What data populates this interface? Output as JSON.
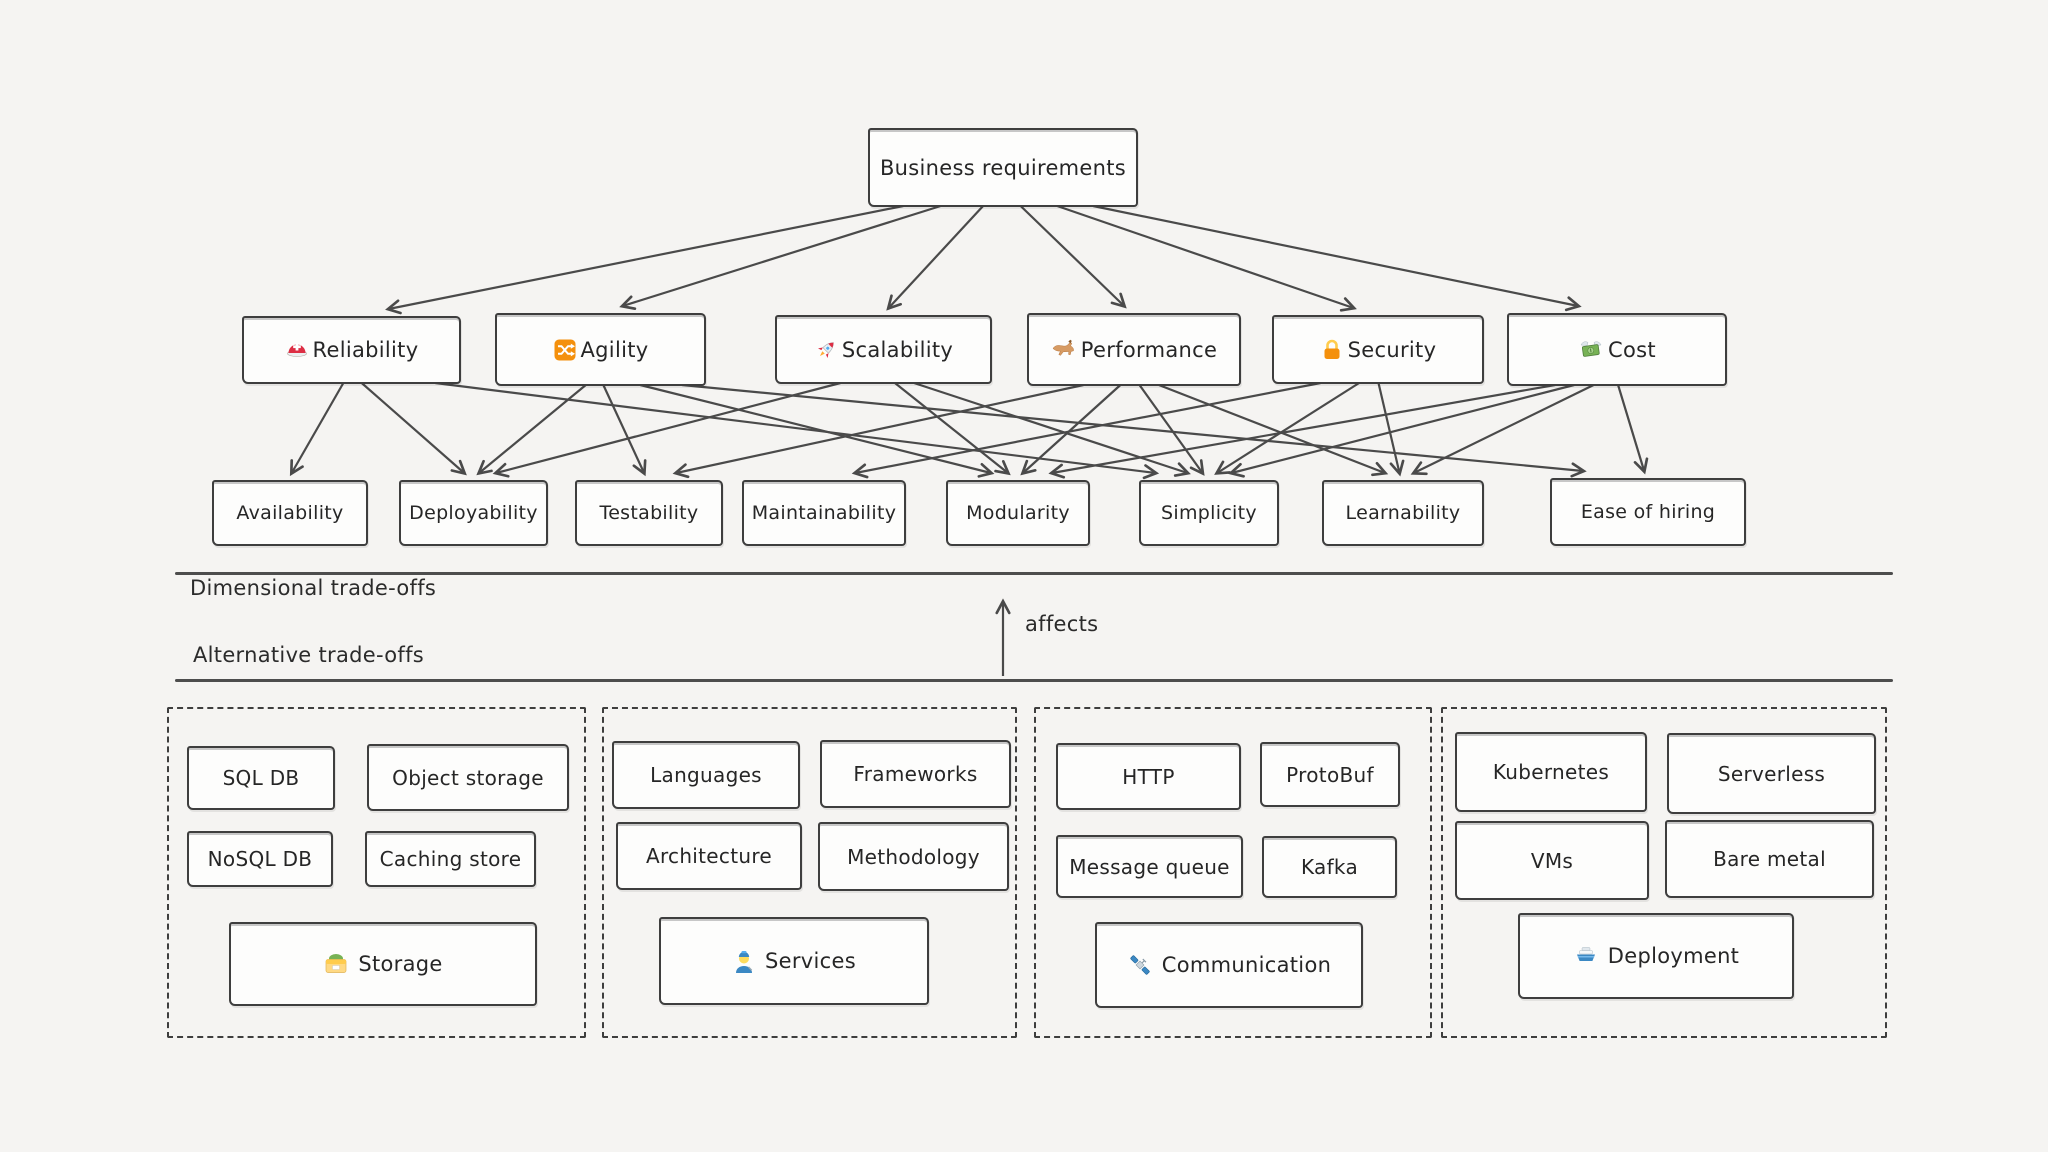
{
  "diagram": {
    "root": {
      "id": "business-requirements",
      "label": "Business requirements"
    },
    "qualities": [
      {
        "id": "reliability",
        "label": "Reliability",
        "icon": "rescue-helmet-icon"
      },
      {
        "id": "agility",
        "label": "Agility",
        "icon": "shuffle-icon"
      },
      {
        "id": "scalability",
        "label": "Scalability",
        "icon": "rocket-icon"
      },
      {
        "id": "performance",
        "label": "Performance",
        "icon": "horse-icon"
      },
      {
        "id": "security",
        "label": "Security",
        "icon": "lock-icon"
      },
      {
        "id": "cost",
        "label": "Cost",
        "icon": "money-with-wings-icon"
      }
    ],
    "subqualities": [
      {
        "id": "availability",
        "label": "Availability"
      },
      {
        "id": "deployability",
        "label": "Deployability"
      },
      {
        "id": "testability",
        "label": "Testability"
      },
      {
        "id": "maintainability",
        "label": "Maintainability"
      },
      {
        "id": "modularity",
        "label": "Modularity"
      },
      {
        "id": "simplicity",
        "label": "Simplicity"
      },
      {
        "id": "learnability",
        "label": "Learnability"
      },
      {
        "id": "ease-of-hiring",
        "label": "Ease of hiring"
      }
    ],
    "edges": [
      {
        "from": "business-requirements",
        "to": "reliability"
      },
      {
        "from": "business-requirements",
        "to": "agility"
      },
      {
        "from": "business-requirements",
        "to": "scalability"
      },
      {
        "from": "business-requirements",
        "to": "performance"
      },
      {
        "from": "business-requirements",
        "to": "security"
      },
      {
        "from": "business-requirements",
        "to": "cost"
      },
      {
        "from": "reliability",
        "to": "availability"
      },
      {
        "from": "reliability",
        "to": "deployability"
      },
      {
        "from": "reliability",
        "to": "simplicity"
      },
      {
        "from": "agility",
        "to": "deployability"
      },
      {
        "from": "agility",
        "to": "testability"
      },
      {
        "from": "agility",
        "to": "modularity"
      },
      {
        "from": "agility",
        "to": "ease-of-hiring"
      },
      {
        "from": "scalability",
        "to": "deployability"
      },
      {
        "from": "scalability",
        "to": "modularity"
      },
      {
        "from": "scalability",
        "to": "simplicity"
      },
      {
        "from": "performance",
        "to": "testability"
      },
      {
        "from": "performance",
        "to": "modularity"
      },
      {
        "from": "performance",
        "to": "simplicity"
      },
      {
        "from": "performance",
        "to": "learnability"
      },
      {
        "from": "security",
        "to": "maintainability"
      },
      {
        "from": "security",
        "to": "simplicity"
      },
      {
        "from": "security",
        "to": "learnability"
      },
      {
        "from": "cost",
        "to": "modularity"
      },
      {
        "from": "cost",
        "to": "simplicity"
      },
      {
        "from": "cost",
        "to": "learnability"
      },
      {
        "from": "cost",
        "to": "ease-of-hiring"
      }
    ],
    "sections": {
      "dimensional": "Dimensional trade-offs",
      "alternative": "Alternative trade-offs",
      "affects_label": "affects"
    },
    "groups": [
      {
        "id": "storage",
        "title": "Storage",
        "icon": "card-file-box-icon",
        "items": [
          "SQL DB",
          "Object storage",
          "NoSQL DB",
          "Caching store"
        ]
      },
      {
        "id": "services",
        "title": "Services",
        "icon": "mechanic-icon",
        "items": [
          "Languages",
          "Frameworks",
          "Architecture",
          "Methodology"
        ]
      },
      {
        "id": "communication",
        "title": "Communication",
        "icon": "satellite-icon",
        "items": [
          "HTTP",
          "ProtoBuf",
          "Message queue",
          "Kafka"
        ]
      },
      {
        "id": "deployment",
        "title": "Deployment",
        "icon": "ship-icon",
        "items": [
          "Kubernetes",
          "Serverless",
          "VMs",
          "Bare metal"
        ]
      }
    ],
    "colors": {
      "stroke": "#3e3e3e",
      "arrow": "#4a4a4a",
      "text": "#262626",
      "box_fill": "#fdfdfc"
    }
  }
}
